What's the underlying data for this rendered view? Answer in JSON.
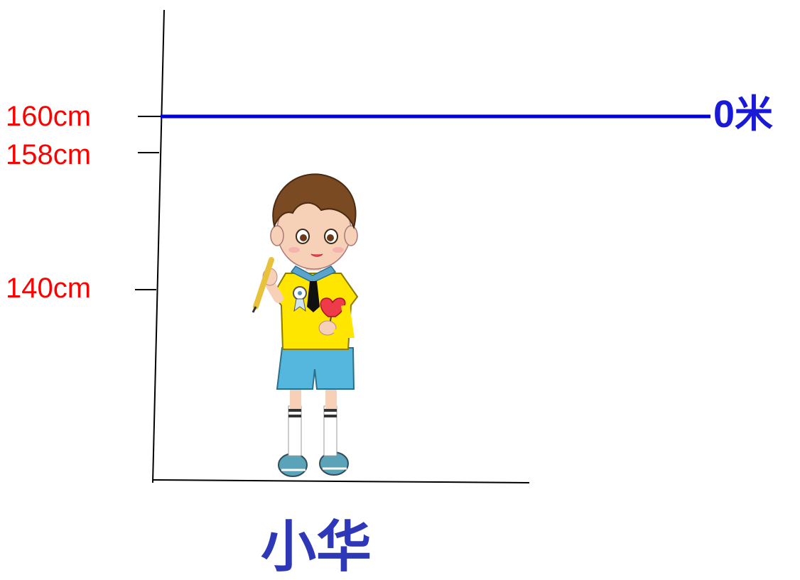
{
  "ticks": {
    "t160": "160cm",
    "t158": "158cm",
    "t140": "140cm"
  },
  "reference_line": {
    "number": "0",
    "unit": "米",
    "color": "#0000dd"
  },
  "figure": {
    "name": "小华"
  },
  "colors": {
    "tick_label": "#ff0000",
    "zero_label": "#1a1ad6",
    "name_label": "#2e37b8",
    "axis": "#000000"
  }
}
